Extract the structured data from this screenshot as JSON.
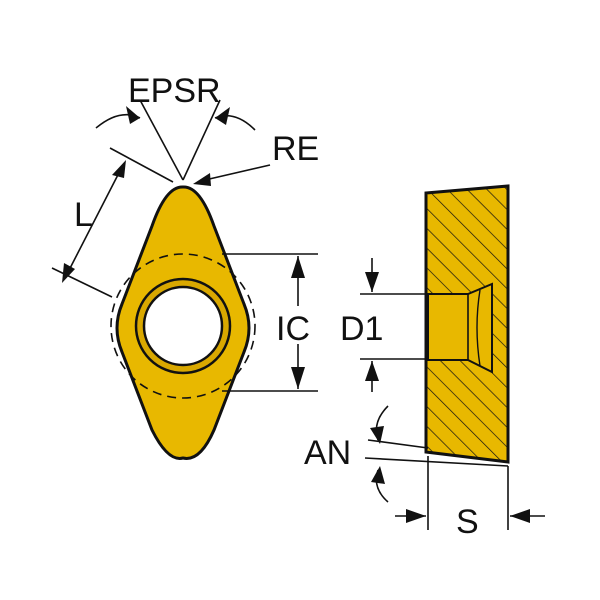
{
  "labels": {
    "epsr": "EPSR",
    "re": "RE",
    "l": "L",
    "ic": "IC",
    "d1": "D1",
    "an": "AN",
    "s": "S"
  },
  "colors": {
    "insert_fill": "#e8b800",
    "outline": "#111111",
    "background": "#ffffff",
    "hatch": "#111111"
  }
}
